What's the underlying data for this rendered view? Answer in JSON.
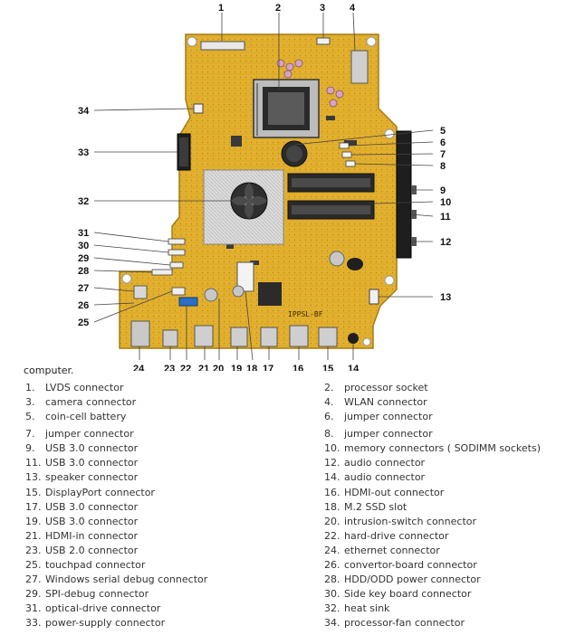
{
  "callouts": [
    "1",
    "2",
    "3",
    "4",
    "5",
    "6",
    "7",
    "8",
    "9",
    "10",
    "11",
    "12",
    "13",
    "14",
    "15",
    "16",
    "17",
    "18",
    "19",
    "20",
    "21",
    "22",
    "23",
    "24",
    "25",
    "26",
    "27",
    "28",
    "29",
    "30",
    "31",
    "32",
    "33",
    "34"
  ],
  "intro_text": "computer.",
  "legend": [
    {
      "num": "1.",
      "label": "LVDS connector"
    },
    {
      "num": "2.",
      "label": "processor socket"
    },
    {
      "num": "3.",
      "label": "camera connector"
    },
    {
      "num": "4.",
      "label": "WLAN connector"
    },
    {
      "num": "5.",
      "label": "coin-cell battery"
    },
    {
      "num": "6.",
      "label": "jumper connector"
    },
    {
      "num": "7.",
      "label": "jumper connector"
    },
    {
      "num": "8.",
      "label": "jumper connector"
    },
    {
      "num": "9.",
      "label": "USB 3.0 connector"
    },
    {
      "num": "10.",
      "label": "memory connectors ( SODIMM sockets)"
    },
    {
      "num": "11.",
      "label": "USB 3.0 connector"
    },
    {
      "num": "12.",
      "label": "audio connector"
    },
    {
      "num": "13.",
      "label": "speaker connector"
    },
    {
      "num": "14.",
      "label": "audio connector"
    },
    {
      "num": "15.",
      "label": "DisplayPort connector"
    },
    {
      "num": "16.",
      "label": "HDMI-out connector"
    },
    {
      "num": "17.",
      "label": "USB 3.0 connector"
    },
    {
      "num": "18.",
      "label": "M.2 SSD slot"
    },
    {
      "num": "19.",
      "label": "USB 3.0 connector"
    },
    {
      "num": "20.",
      "label": "intrusion-switch connector"
    },
    {
      "num": "21.",
      "label": "HDMI-in connector"
    },
    {
      "num": "22.",
      "label": "hard-drive connector"
    },
    {
      "num": "23.",
      "label": "USB 2.0 connector"
    },
    {
      "num": "24.",
      "label": "ethernet connector"
    },
    {
      "num": "25.",
      "label": "touchpad connector"
    },
    {
      "num": "26.",
      "label": "convertor-board connector"
    },
    {
      "num": "27.",
      "label": "Windows serial debug connector"
    },
    {
      "num": "28.",
      "label": "HDD/ODD power connector"
    },
    {
      "num": "29.",
      "label": "SPI-debug connector"
    },
    {
      "num": "30.",
      "label": "Side key board connector"
    },
    {
      "num": "31.",
      "label": "optical-drive connector"
    },
    {
      "num": "32.",
      "label": "heat sink"
    },
    {
      "num": "33.",
      "label": "power-supply connector"
    },
    {
      "num": "34.",
      "label": "processor-fan connector"
    }
  ],
  "board_text": {
    "model": "IPPSL-BF"
  },
  "colors": {
    "pcb": "#e3b12e",
    "pcb_dark": "#c9951c",
    "heatsink": "#d9d9d9",
    "connector_black": "#1f1f1f",
    "metal": "#c8c8c8",
    "blue_connector": "#2a6fc4"
  }
}
